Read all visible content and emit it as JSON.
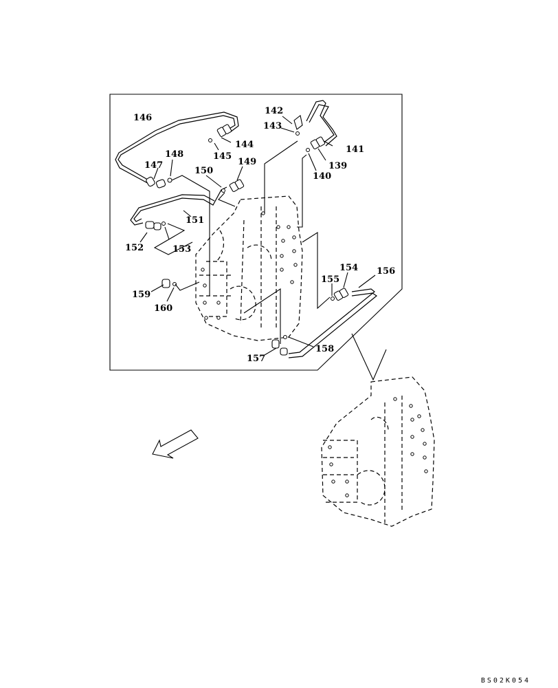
{
  "drawing_code": "BS02K054",
  "part_labels": {
    "p139": "139",
    "p140": "140",
    "p141": "141",
    "p142": "142",
    "p143": "143",
    "p144": "144",
    "p145": "145",
    "p146": "146",
    "p147": "147",
    "p148": "148",
    "p149": "149",
    "p150": "150",
    "p151": "151",
    "p152": "152",
    "p153": "153",
    "p154": "154",
    "p155": "155",
    "p156": "156",
    "p157": "157",
    "p158": "158",
    "p159": "159",
    "p160": "160"
  }
}
